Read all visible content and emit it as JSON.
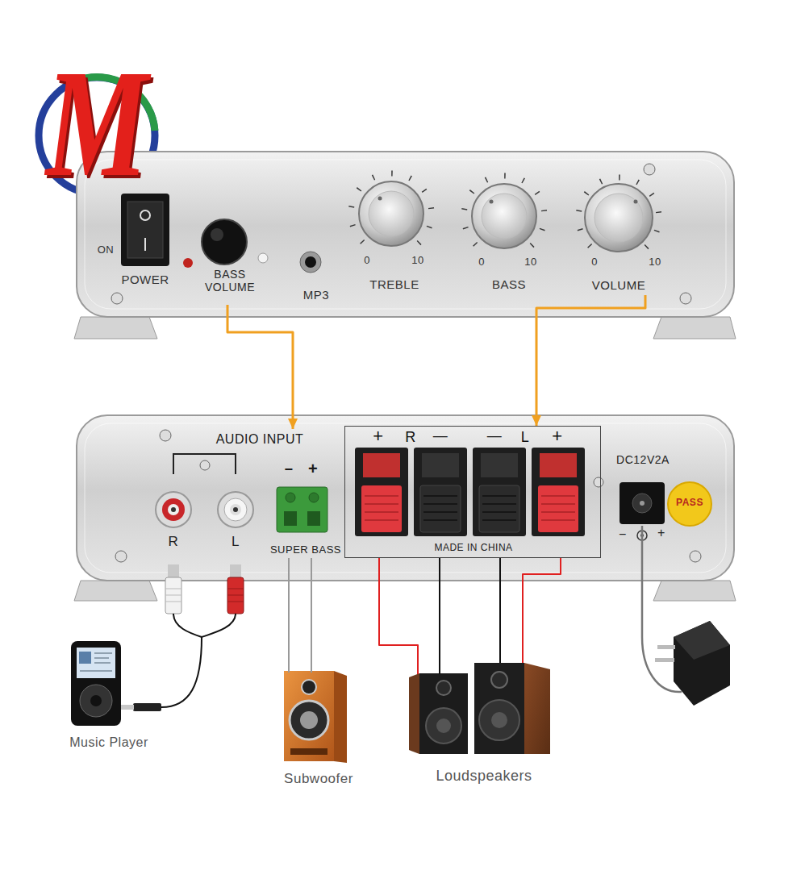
{
  "diagram": {
    "nodes": [
      {
        "text": [
          "BASS VOLUME"
        ]
      },
      {
        "text": [
          "VOLUME"
        ]
      },
      {
        "text": [
          "AUDIO INPUT"
        ]
      },
      {
        "text": [
          "−",
          "+",
          "SUPER BASS"
        ]
      },
      {
        "text": [
          "+",
          "R",
          "—",
          "—",
          "L",
          "+",
          "MADE IN CHINA"
        ]
      },
      {
        "text": [
          "Music Player"
        ]
      },
      {
        "text": [
          "Subwoofer"
        ]
      },
      {
        "text": [
          "Loudspeakers"
        ]
      }
    ],
    "edges": [
      {
        "from": 0,
        "to": 2,
        "arrow": "to"
      },
      {
        "from": 1,
        "to": 4,
        "arrow": "to"
      },
      {
        "from": 2,
        "to": 5,
        "arrow": "none"
      },
      {
        "from": 3,
        "to": 6,
        "arrow": "none"
      },
      {
        "from": 4,
        "to": 7,
        "arrow": "none"
      }
    ],
    "labels": [
      "M",
      "ON",
      "POWER",
      "MP3",
      "0",
      "10",
      "TREBLE",
      "0",
      "10",
      "BASS",
      "0",
      "10",
      "R",
      "L",
      "DC12V2A",
      "PASS",
      "−",
      "+"
    ]
  }
}
